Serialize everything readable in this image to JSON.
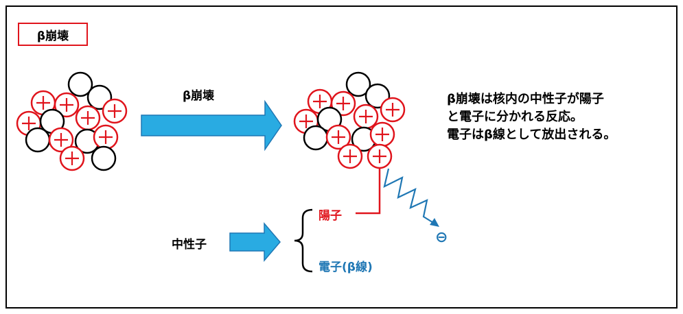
{
  "title": "β崩壊",
  "arrow_label": "β崩壊",
  "explanation": [
    "β崩壊は核内の中性子が陽子",
    "と電子に分かれる反応。",
    "電子はβ線として放出される。"
  ],
  "neutron_label": "中性子",
  "proton_label": "陽子",
  "electron_label": "電子(β線)",
  "electron_symbol": "⊖",
  "colors": {
    "proton": "#e0141c",
    "electron": "#1f77b4",
    "arrow_fill": "#29abe2",
    "neutron": "#000000"
  }
}
